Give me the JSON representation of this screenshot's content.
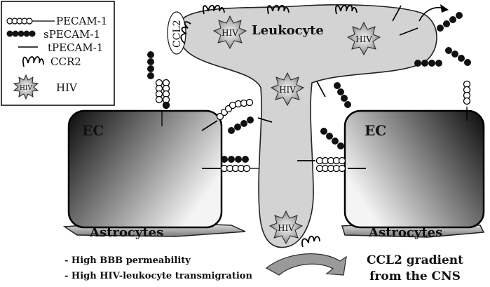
{
  "legend": {
    "items": [
      {
        "label": "PECAM-1",
        "icon": "pecam-chain-icon"
      },
      {
        "label": "sPECAM-1",
        "icon": "specam-dots-icon"
      },
      {
        "label": "tPECAM-1",
        "icon": "tpecam-line-icon"
      },
      {
        "label": "CCR2",
        "icon": "ccr2-coil-icon"
      },
      {
        "label": "HIV",
        "icon": "hiv-star-icon"
      }
    ]
  },
  "leukocyte": {
    "label": "Leukocyte"
  },
  "ccl2_label": "CCL2",
  "hiv_label": "HIV",
  "ec_label": "EC",
  "astrocytes_label": "Astrocytes",
  "notes": [
    "- High BBB permeability",
    "- High HIV-leukocyte transmigration"
  ],
  "gradient": {
    "line1": "CCL2 gradient",
    "line2": "from the CNS"
  },
  "colors": {
    "leukocyte_fill": "#d3d3d3",
    "ink": "#111111",
    "ec_dark": "#0a0a0a",
    "ec_light": "#f2f2f2",
    "arrow_gray": "#9a9a9a",
    "hiv_star": "#7d7d7d"
  }
}
